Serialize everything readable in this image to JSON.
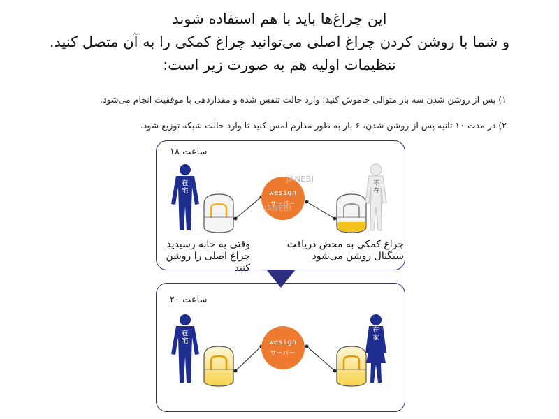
{
  "heading": {
    "line1": "این چراغ‌ها باید با هم استفاده شوند",
    "line2": "و شما با روشن کردن چراغ اصلی می‌توانید چراغ کمکی را به آن متصل کنید.",
    "line3": "تنظیمات اولیه هم به صورت زیر است:"
  },
  "steps": [
    "۱) پس از روشن شدن سه بار متوالی خاموش کنید؛ وارد حالت تنفس شده و مقداردهی با موفقیت انجام می‌شود.",
    "۲) در مدت ۱۰ ثانیه پس از روشن شدن، ۶ بار به طور مدارم لمس کنید تا وارد حالت شبکه توزیع شود."
  ],
  "panel_top": {
    "time": "ساعت ۱۸",
    "person_left_sign": "在宅",
    "person_right_sign": "不在",
    "server_line1": "wesign",
    "server_line2": "サーバー",
    "caption_left_line1": "وقتی به خانه رسیدید",
    "caption_left_line2": "چراغ اصلی را روشن کنید",
    "caption_right_line1": "چراغ کمکی به محض دریافت",
    "caption_right_line2": "سیگنال روشن می‌شود",
    "watermark1": "JANEBI",
    "watermark2": "JANEBI"
  },
  "panel_bottom": {
    "time": "ساعت ۲۰",
    "person_left_sign": "在宅",
    "person_right_sign": "在家",
    "server_line1": "wesign",
    "server_line2": "サーバー"
  },
  "colors": {
    "frame": "#2c2f7f",
    "person": "#1f2d8f",
    "server": "#ee7a2f",
    "lamp_glow": "#f3c21a",
    "ghost": "#cfcfcf"
  }
}
